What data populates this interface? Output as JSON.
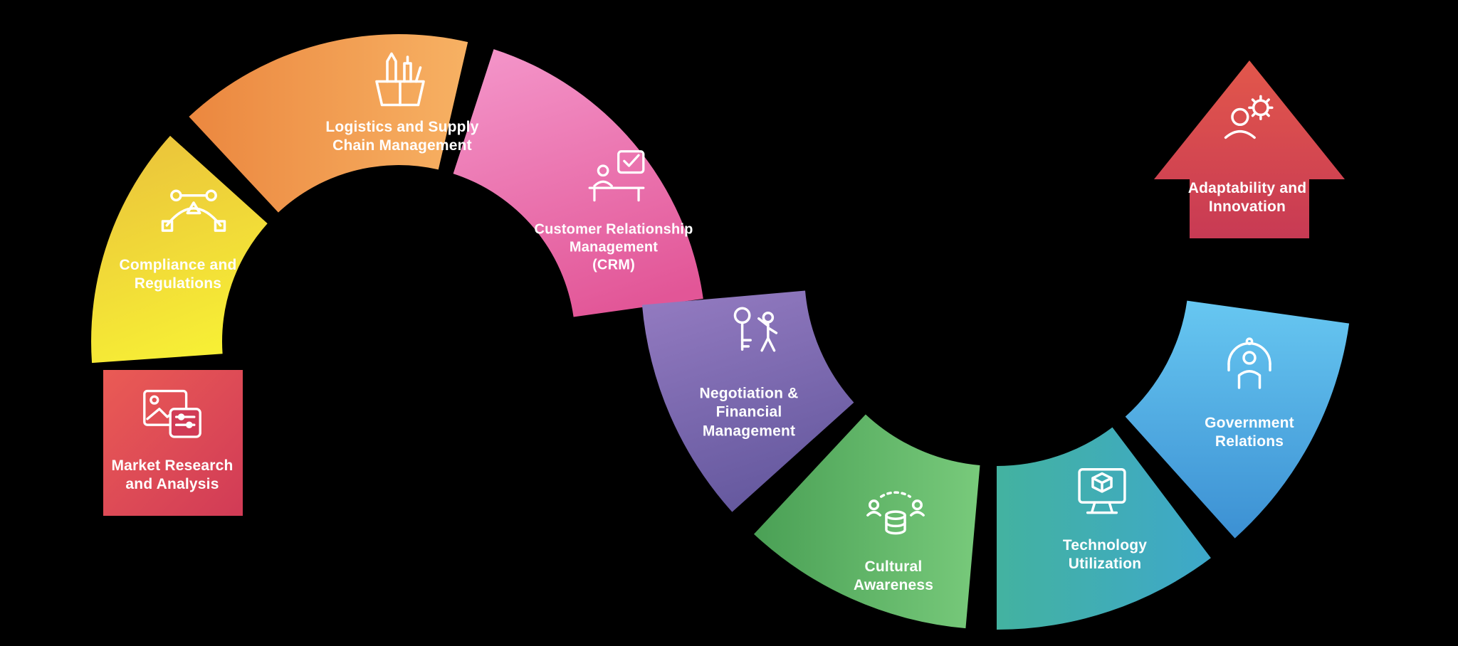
{
  "canvas": {
    "background_color": "#000000",
    "text_color": "#ffffff",
    "icon_color": "#ffffff"
  },
  "diagram": {
    "type": "s-curve-process-infographic",
    "segments": [
      {
        "id": "market-research",
        "label_lines": [
          "Market Research",
          "and Analysis"
        ],
        "icon": "market-research-icon",
        "shape": "square",
        "color_start": "#ea5b55",
        "color_end": "#d13b56"
      },
      {
        "id": "compliance",
        "label_lines": [
          "Compliance and",
          "Regulations"
        ],
        "icon": "compliance-icon",
        "shape": "arc-segment",
        "color_start": "#eac23b",
        "color_end": "#f7ef35"
      },
      {
        "id": "logistics",
        "label_lines": [
          "Logistics and Supply",
          "Chain Management"
        ],
        "icon": "logistics-icon",
        "shape": "arc-segment",
        "color_start": "#eb873f",
        "color_end": "#f7b163"
      },
      {
        "id": "crm",
        "label_lines": [
          "Customer Relationship",
          "Management",
          "(CRM)"
        ],
        "icon": "crm-icon",
        "shape": "arc-segment",
        "color_start": "#f392c7",
        "color_end": "#e25697"
      },
      {
        "id": "negotiation",
        "label_lines": [
          "Negotiation &",
          "Financial",
          "Management"
        ],
        "icon": "negotiation-icon",
        "shape": "arc-segment",
        "color_start": "#9179bf",
        "color_end": "#63579d"
      },
      {
        "id": "cultural",
        "label_lines": [
          "Cultural",
          "Awareness"
        ],
        "icon": "cultural-icon",
        "shape": "arc-segment",
        "color_start": "#4aa055",
        "color_end": "#78ca7b"
      },
      {
        "id": "technology",
        "label_lines": [
          "Technology",
          "Utilization"
        ],
        "icon": "technology-icon",
        "shape": "arc-segment",
        "color_start": "#43b2a0",
        "color_end": "#3ea8ca"
      },
      {
        "id": "government",
        "label_lines": [
          "Government",
          "Relations"
        ],
        "icon": "government-icon",
        "shape": "arc-segment",
        "color_start": "#67c7f1",
        "color_end": "#3c90d3"
      },
      {
        "id": "adaptability",
        "label_lines": [
          "Adaptability and",
          "Innovation"
        ],
        "icon": "adaptability-icon",
        "shape": "up-arrow",
        "color_start": "#e2574b",
        "color_end": "#c83a54"
      }
    ]
  }
}
